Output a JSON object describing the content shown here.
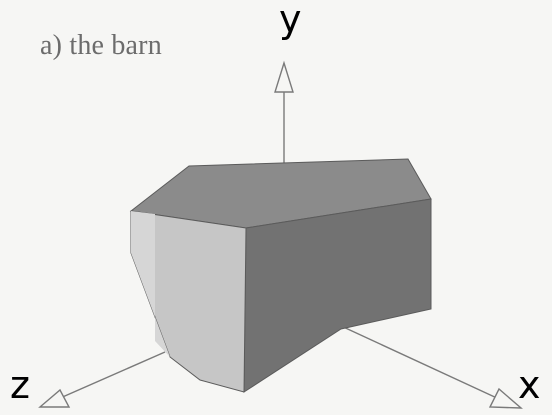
{
  "figure": {
    "caption": "a) the barn",
    "axes": {
      "x_label": "x",
      "y_label": "y",
      "z_label": "z"
    },
    "colors": {
      "background": "#f6f6f4",
      "axis_line": "#7a7a7a",
      "barn_front_face": "#c9c9c9",
      "barn_roof_face": "#8a8a8a",
      "barn_side_face": "#727272",
      "edge": "#5b5b5b"
    }
  }
}
